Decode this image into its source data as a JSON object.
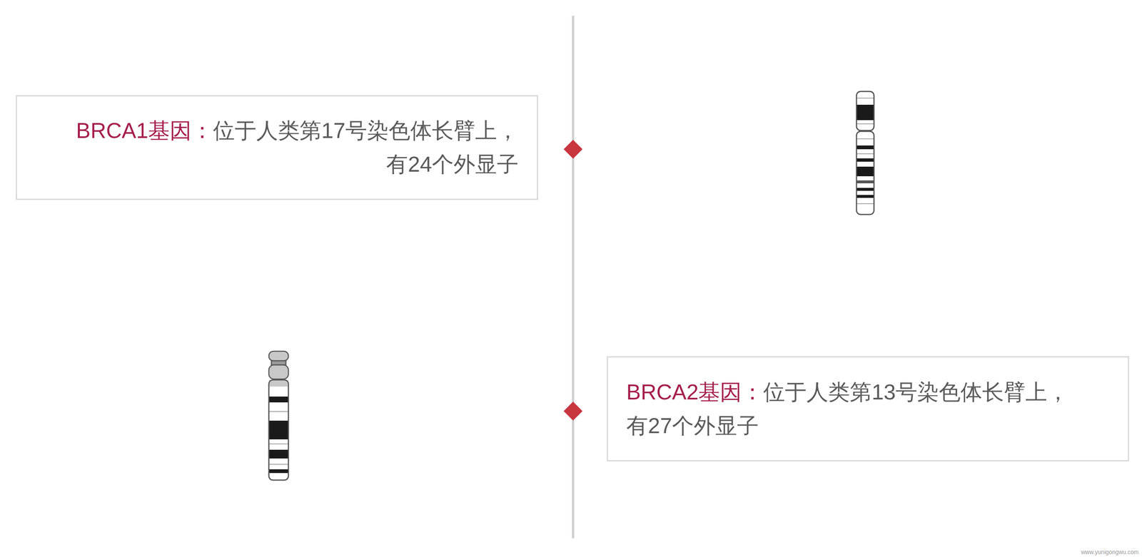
{
  "diagram": {
    "nodes": [
      {
        "text": [
          "BRCA1基因：",
          "位于人类第17号染色体长臂上， 有24个外显子"
        ]
      },
      {
        "text": [
          "BRCA2基因：",
          "位于人类第13号染色体长臂上， 有27个外显子"
        ]
      }
    ],
    "labels": [
      "www.yunigongwu.com"
    ]
  }
}
